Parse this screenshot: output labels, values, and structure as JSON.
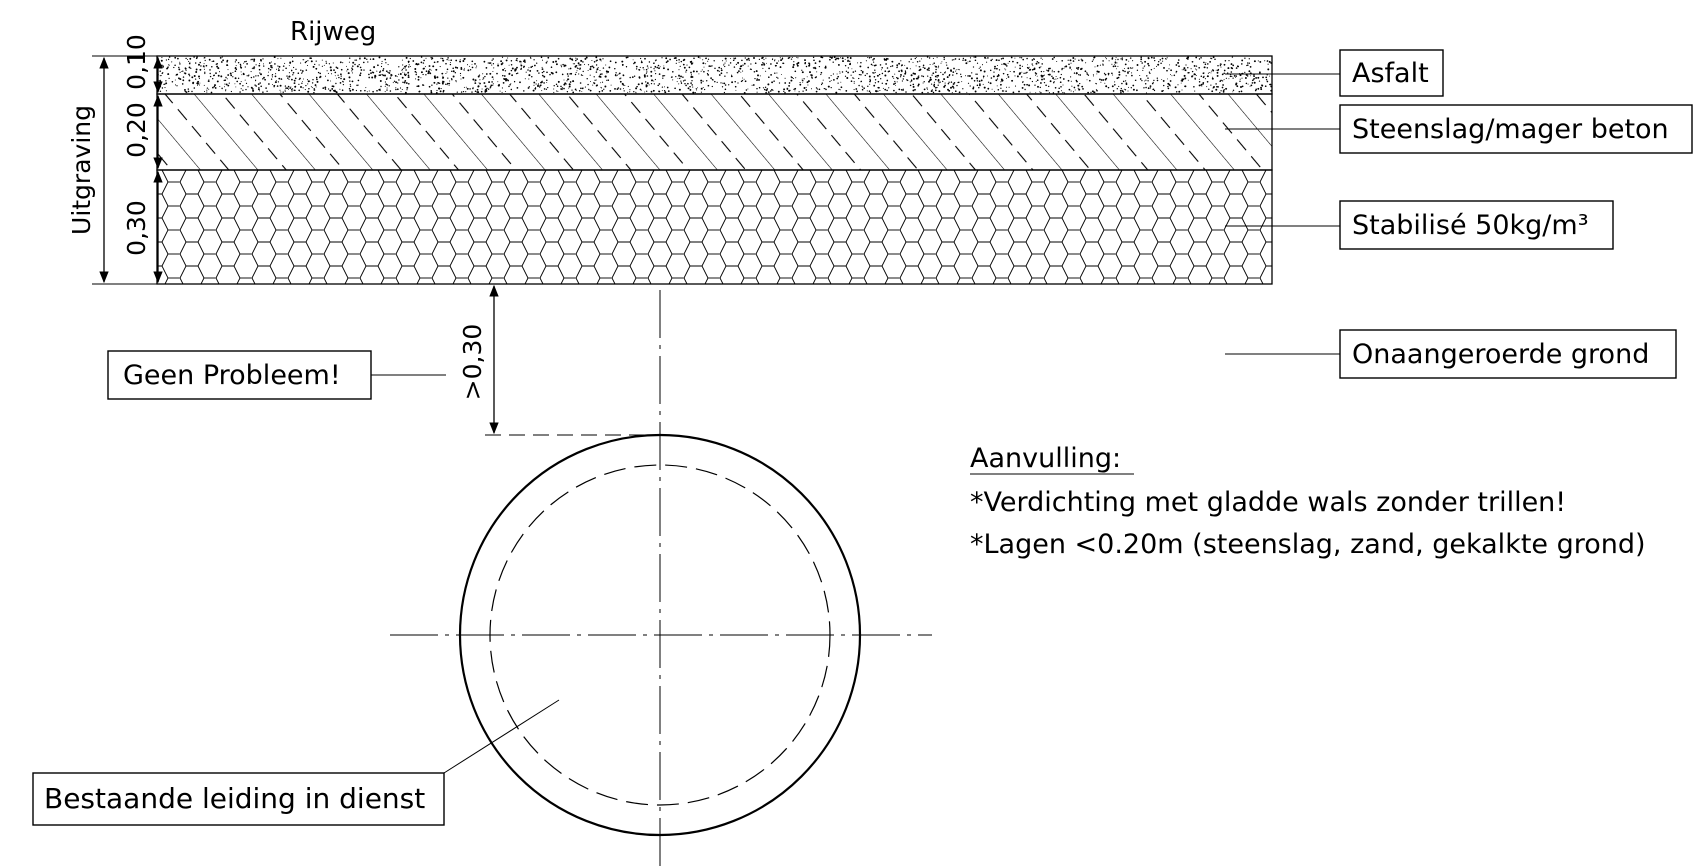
{
  "title": "Rijweg",
  "layers": {
    "asfalt": "Asfalt",
    "steenslag": "Steenslag/mager beton",
    "stabilise": "Stabilisé 50kg/m³",
    "grond": "Onaangeroerde grond"
  },
  "dimensions": {
    "uitgraving": "Uitgraving",
    "asfalt_thickness": "0,10",
    "steenslag_thickness": "0,20",
    "stabilise_thickness": "0,30",
    "clearance": ">0,30"
  },
  "callouts": {
    "geen_probleem": "Geen Probleem!",
    "bestaande_leiding": "Bestaande leiding in dienst"
  },
  "notes": {
    "heading": "Aanvulling:",
    "line1": "*Verdichting met gladde wals zonder trillen!",
    "line2": "*Lagen <0.20m (steenslag, zand, gekalkte grond)"
  },
  "colors": {
    "ink": "#000000",
    "background": "#ffffff"
  }
}
